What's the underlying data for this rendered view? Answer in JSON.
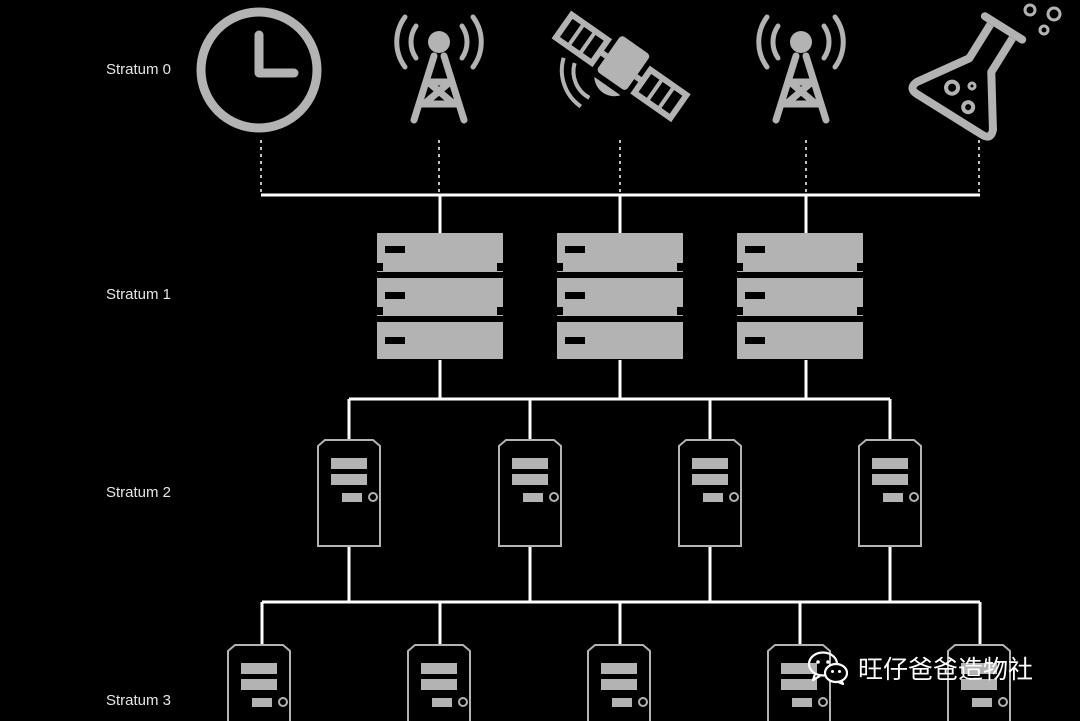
{
  "strata": [
    {
      "label": "Stratum 0"
    },
    {
      "label": "Stratum 1"
    },
    {
      "label": "Stratum 2"
    },
    {
      "label": "Stratum 3"
    }
  ],
  "stratum0_icons": [
    "clock-icon",
    "radio-tower-icon",
    "satellite-icon",
    "radio-tower-icon",
    "lab-flask-icon"
  ],
  "colors": {
    "background": "#000000",
    "device": "#b3b3b3",
    "line": "#ffffff"
  },
  "watermark": {
    "text": "旺仔爸爸造物社",
    "icon": "wechat-icon"
  }
}
